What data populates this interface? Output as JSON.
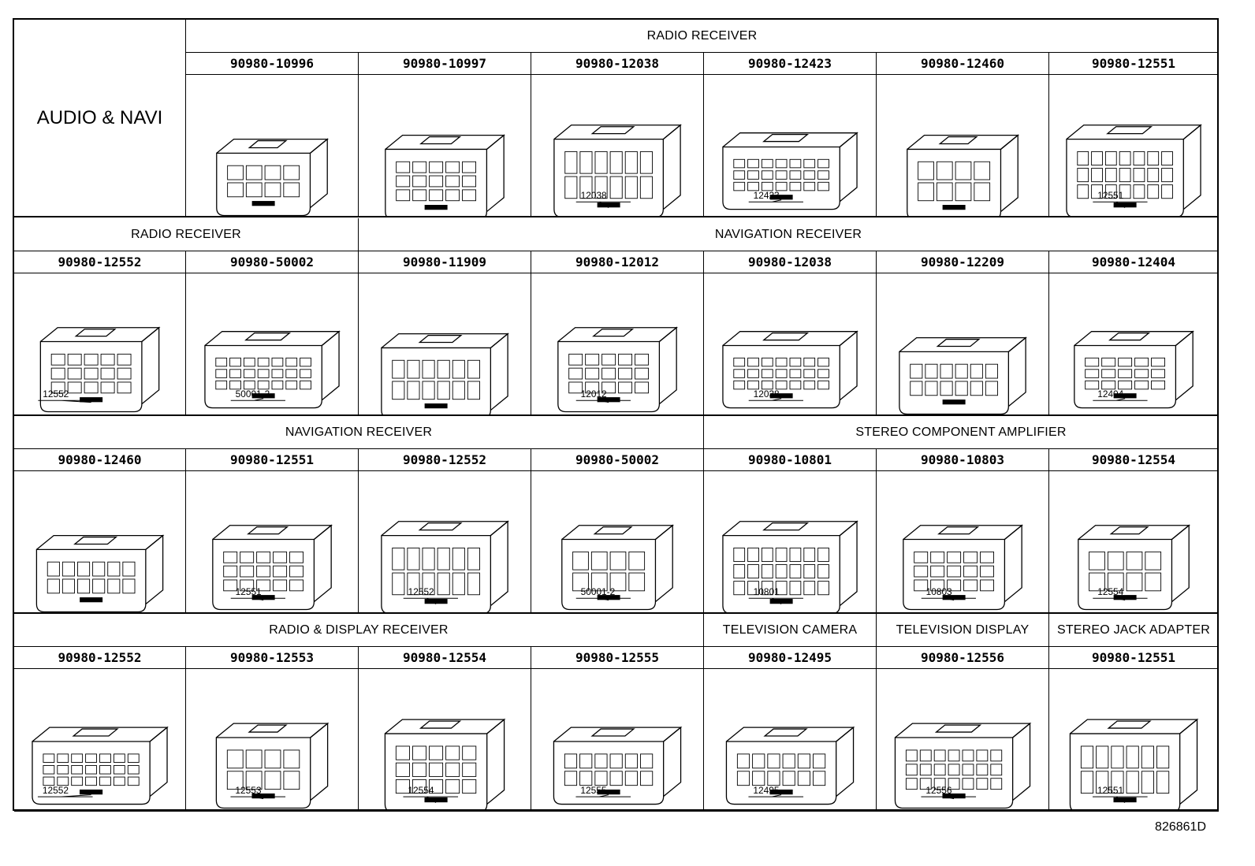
{
  "title_cell": "AUDIO & NAVI",
  "doc_id": "826861D",
  "rows": [
    {
      "groups": [
        {
          "label": "RADIO RECEIVER",
          "span": [
            1,
            7
          ]
        }
      ],
      "cells": [
        {
          "col": 1,
          "part": "90980-10996",
          "callout": ""
        },
        {
          "col": 2,
          "part": "90980-10997",
          "callout": ""
        },
        {
          "col": 3,
          "part": "90980-12038",
          "callout": "12038"
        },
        {
          "col": 4,
          "part": "90980-12423",
          "callout": "12423"
        },
        {
          "col": 5,
          "part": "90980-12460",
          "callout": ""
        },
        {
          "col": 6,
          "part": "90980-12551",
          "callout": "12551"
        }
      ]
    },
    {
      "groups": [
        {
          "label": "RADIO RECEIVER",
          "span": [
            0,
            2
          ]
        },
        {
          "label": "NAVIGATION RECEIVER",
          "span": [
            2,
            7
          ]
        }
      ],
      "cells": [
        {
          "col": 0,
          "part": "90980-12552",
          "callout": "12552"
        },
        {
          "col": 1,
          "part": "90980-50002",
          "callout": "50001-2"
        },
        {
          "col": 2,
          "part": "90980-11909",
          "callout": ""
        },
        {
          "col": 3,
          "part": "90980-12012",
          "callout": "12012"
        },
        {
          "col": 4,
          "part": "90980-12038",
          "callout": "12038"
        },
        {
          "col": 5,
          "part": "90980-12209",
          "callout": ""
        },
        {
          "col": 6,
          "part": "90980-12404",
          "callout": "12404"
        }
      ]
    },
    {
      "groups": [
        {
          "label": "NAVIGATION RECEIVER",
          "span": [
            0,
            4
          ]
        },
        {
          "label": "STEREO COMPONENT AMPLIFIER",
          "span": [
            4,
            7
          ]
        }
      ],
      "cells": [
        {
          "col": 0,
          "part": "90980-12460",
          "callout": ""
        },
        {
          "col": 1,
          "part": "90980-12551",
          "callout": "12551"
        },
        {
          "col": 2,
          "part": "90980-12552",
          "callout": "12552"
        },
        {
          "col": 3,
          "part": "90980-50002",
          "callout": "50001-2"
        },
        {
          "col": 4,
          "part": "90980-10801",
          "callout": "10801"
        },
        {
          "col": 5,
          "part": "90980-10803",
          "callout": "10803"
        },
        {
          "col": 6,
          "part": "90980-12554",
          "callout": "12554"
        }
      ]
    },
    {
      "groups": [
        {
          "label": "RADIO & DISPLAY RECEIVER",
          "span": [
            0,
            4
          ]
        },
        {
          "label": "TELEVISION CAMERA",
          "span": [
            4,
            5
          ]
        },
        {
          "label": "TELEVISION DISPLAY",
          "span": [
            5,
            6
          ]
        },
        {
          "label": "STEREO JACK ADAPTER",
          "span": [
            6,
            7
          ]
        }
      ],
      "cells": [
        {
          "col": 0,
          "part": "90980-12552",
          "callout": "12552"
        },
        {
          "col": 1,
          "part": "90980-12553",
          "callout": "12553"
        },
        {
          "col": 2,
          "part": "90980-12554",
          "callout": "12554"
        },
        {
          "col": 3,
          "part": "90980-12555",
          "callout": "12555"
        },
        {
          "col": 4,
          "part": "90980-12495",
          "callout": "12495"
        },
        {
          "col": 5,
          "part": "90980-12556",
          "callout": "12556"
        },
        {
          "col": 6,
          "part": "90980-12551",
          "callout": "12551"
        }
      ]
    }
  ]
}
